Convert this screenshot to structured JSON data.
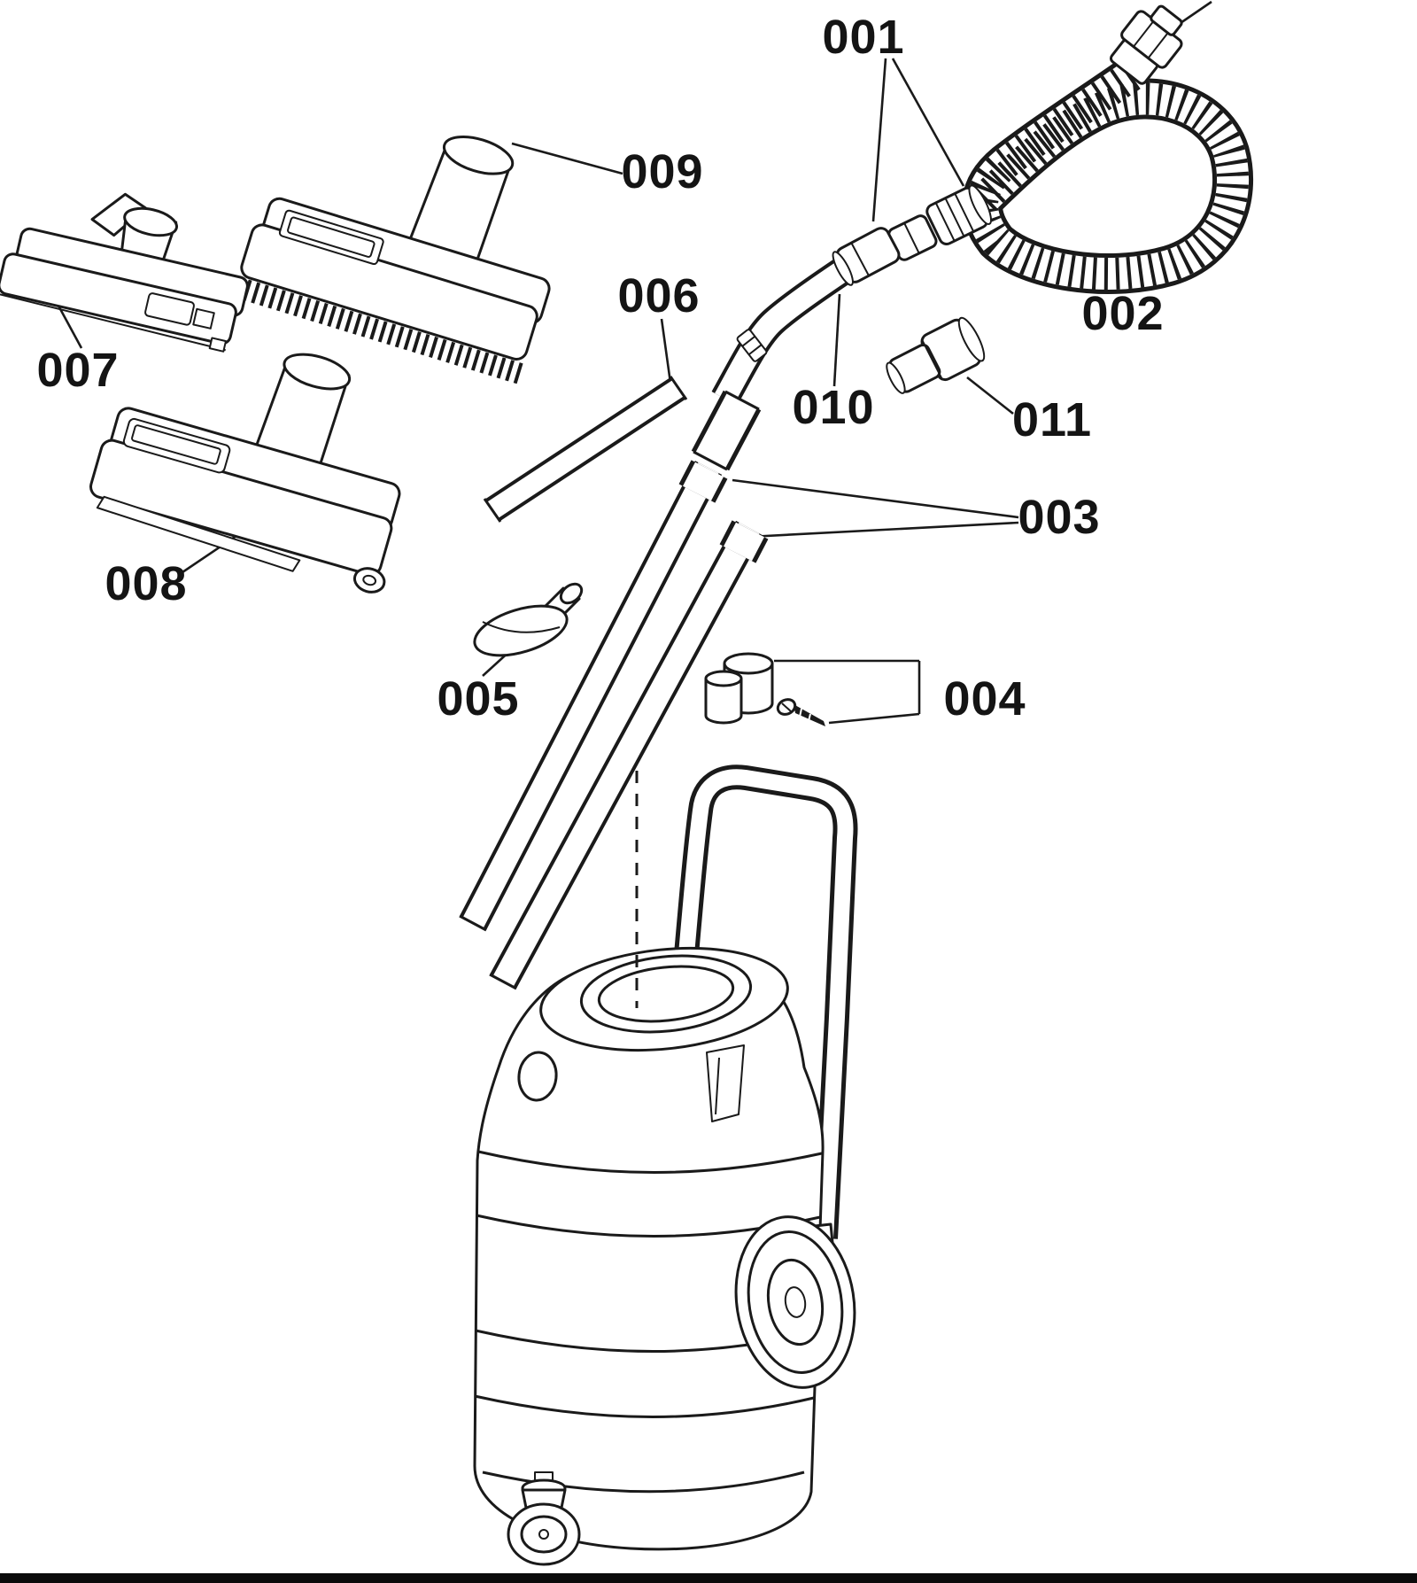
{
  "diagram": {
    "labels": {
      "001": "001",
      "002": "002",
      "003": "003",
      "004": "004",
      "005": "005",
      "006": "006",
      "007": "007",
      "008": "008",
      "009": "009",
      "010": "010",
      "011": "011"
    }
  },
  "colors": {
    "ink": "#1a1a1a",
    "background": "#ffffff",
    "bottom_bar": "#0b0b0b"
  }
}
